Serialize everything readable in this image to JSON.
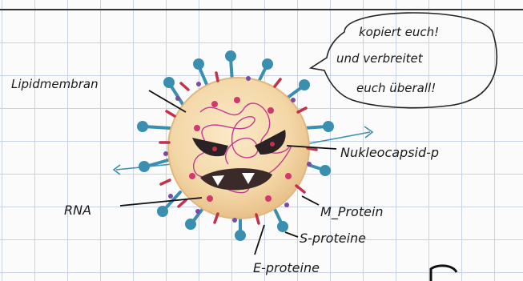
{
  "speech_bubble": {
    "line1": "kopiert euch!",
    "line2": "und verbreitet",
    "line3": "euch überall!"
  },
  "labels": {
    "lipid_membrane": "Lipidmembran",
    "nucleocapsid": "Nukleocapsid-p",
    "rna": "RNA",
    "m_protein": "M_Protein",
    "s_protein": "S-proteine",
    "e_protein": "E-proteine"
  },
  "colors": {
    "virus_body": "#f3d7a6",
    "spike_protein": "#3a8fb0",
    "m_protein": "#7a4aa5",
    "e_protein": "#c2324a",
    "rna_strand": "#c43a8e",
    "grid": "#c9d3e4"
  }
}
